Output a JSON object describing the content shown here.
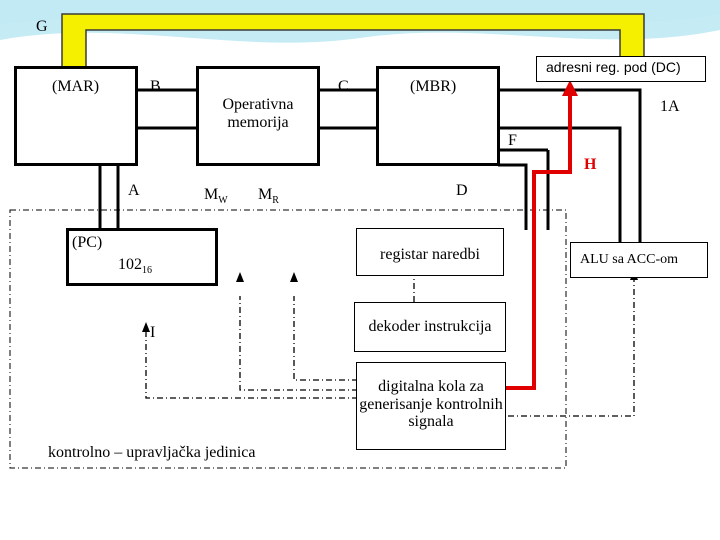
{
  "labels": {
    "G": "G",
    "MAR": "(MAR)",
    "B": "B",
    "memory": "Operativna memorija",
    "C": "C",
    "MBR": "(MBR)",
    "adresni": "adresni reg. pod (DC)",
    "oneA": "1A",
    "F": "F",
    "H": "H",
    "A": "A",
    "MW": "M",
    "MW_sub": "W",
    "MR": "M",
    "MR_sub": "R",
    "D": "D",
    "PC": "(PC)",
    "value": "102",
    "value_sub": "16",
    "registar": "registar naredbi",
    "alu": "ALU sa ACC-om",
    "I": "I",
    "dekoder": "dekoder instrukcija",
    "digitalna": "digitalna kola za generisanje kontrolnih signala",
    "control_unit": "kontrolno – upravljačka jedinica"
  },
  "colors": {
    "bus_fill": "#f5f000",
    "bus_stroke": "#3a3a3a",
    "highlight": "#e00000",
    "header_wave": "#7fd3e8"
  }
}
